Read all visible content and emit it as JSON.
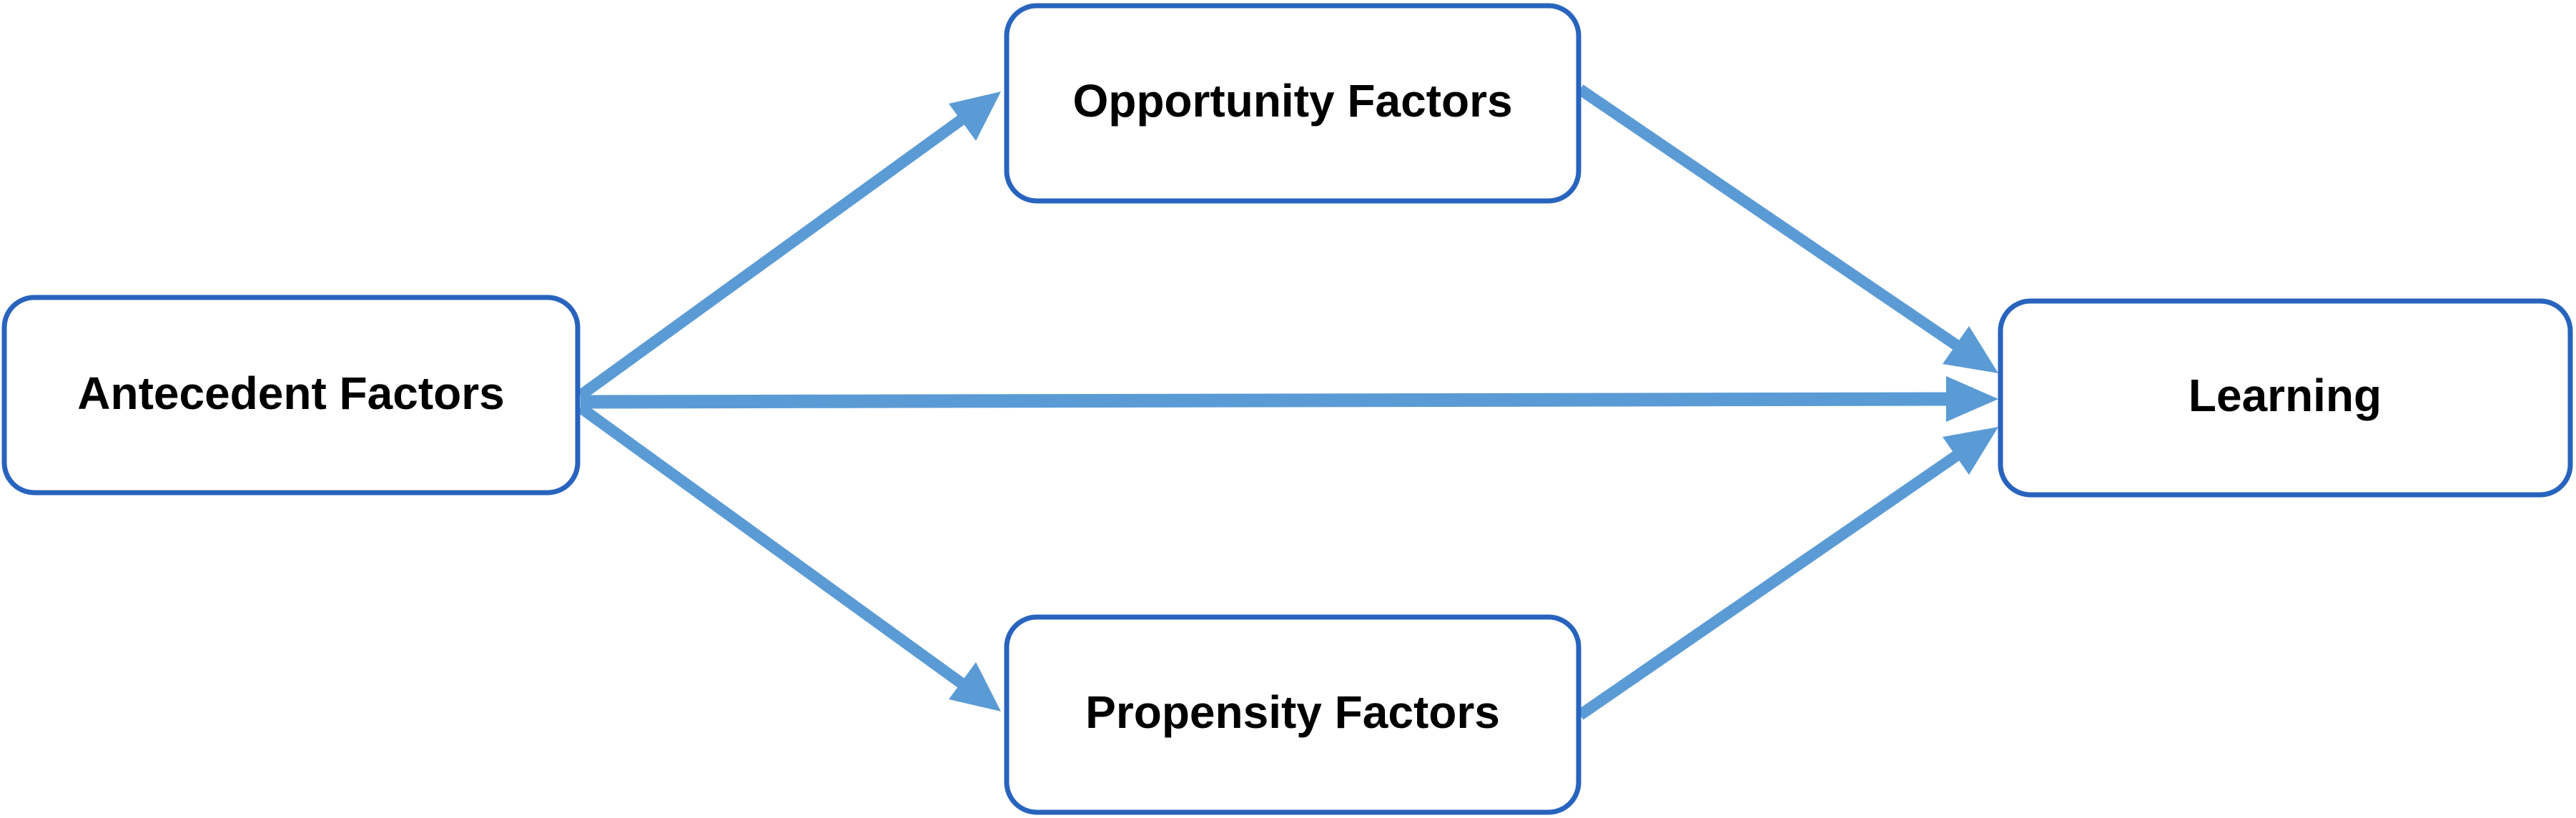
{
  "colors": {
    "box_stroke": "#2864be",
    "box_fill": "#ffffff",
    "arrow": "#5b9bd5",
    "label": "#000000"
  },
  "nodes": {
    "antecedent": {
      "label": "Antecedent Factors"
    },
    "opportunity": {
      "label": "Opportunity Factors"
    },
    "propensity": {
      "label": "Propensity Factors"
    },
    "learning": {
      "label": "Learning"
    }
  },
  "edges": [
    {
      "from": "antecedent",
      "to": "opportunity"
    },
    {
      "from": "antecedent",
      "to": "propensity"
    },
    {
      "from": "antecedent",
      "to": "learning"
    },
    {
      "from": "opportunity",
      "to": "learning"
    },
    {
      "from": "propensity",
      "to": "learning"
    }
  ]
}
